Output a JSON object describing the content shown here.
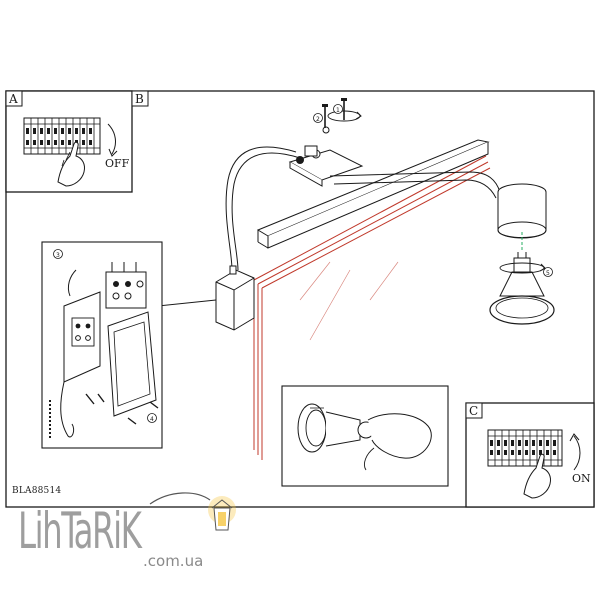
{
  "panels": {
    "a_label": "A",
    "b_label": "B",
    "c_label": "C",
    "a_caption": "OFF",
    "c_caption": "ON"
  },
  "steps": {
    "step_1": "1",
    "step_2": "2",
    "step_3": "3",
    "step_4": "4",
    "step_5": "5"
  },
  "product_code": "BLA88514",
  "brand": {
    "name": "LihTaRiK",
    "domain": ".com.ua"
  },
  "colors": {
    "line": "#1a1a1a",
    "wall_edge": "#c0392b",
    "arrow_green": "#27ae60",
    "logo_gray": "#9e9e9e",
    "lamp_glow": "#f5c542"
  }
}
